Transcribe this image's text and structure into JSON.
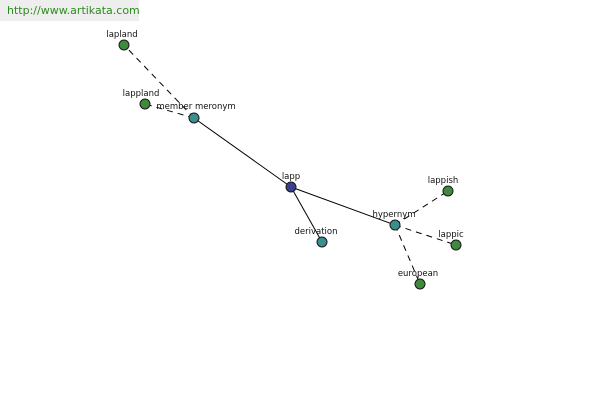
{
  "banner": {
    "url_text": "http://www.artikata.com"
  },
  "colors": {
    "center": "#3b3f8f",
    "relation": "#3a8e8c",
    "leaf": "#3f8a3c"
  },
  "graph": {
    "nodes": [
      {
        "id": "lapp",
        "label": "lapp",
        "kind": "center"
      },
      {
        "id": "member_meronym",
        "label": "member meronym",
        "kind": "relation"
      },
      {
        "id": "lapland",
        "label": "lapland",
        "kind": "leaf"
      },
      {
        "id": "lappland",
        "label": "lappland",
        "kind": "leaf"
      },
      {
        "id": "derivation",
        "label": "derivation",
        "kind": "relation"
      },
      {
        "id": "hypernym",
        "label": "hypernym",
        "kind": "relation"
      },
      {
        "id": "lappish",
        "label": "lappish",
        "kind": "leaf"
      },
      {
        "id": "lappic",
        "label": "lappic",
        "kind": "leaf"
      },
      {
        "id": "european",
        "label": "european",
        "kind": "leaf"
      }
    ],
    "edges": [
      {
        "from": "lapp",
        "to": "member_meronym",
        "style": "solid"
      },
      {
        "from": "lapp",
        "to": "derivation",
        "style": "solid"
      },
      {
        "from": "lapp",
        "to": "hypernym",
        "style": "solid"
      },
      {
        "from": "member_meronym",
        "to": "lapland",
        "style": "dashed"
      },
      {
        "from": "member_meronym",
        "to": "lappland",
        "style": "dashed"
      },
      {
        "from": "hypernym",
        "to": "lappish",
        "style": "dashed"
      },
      {
        "from": "hypernym",
        "to": "lappic",
        "style": "dashed"
      },
      {
        "from": "hypernym",
        "to": "european",
        "style": "dashed"
      }
    ]
  }
}
